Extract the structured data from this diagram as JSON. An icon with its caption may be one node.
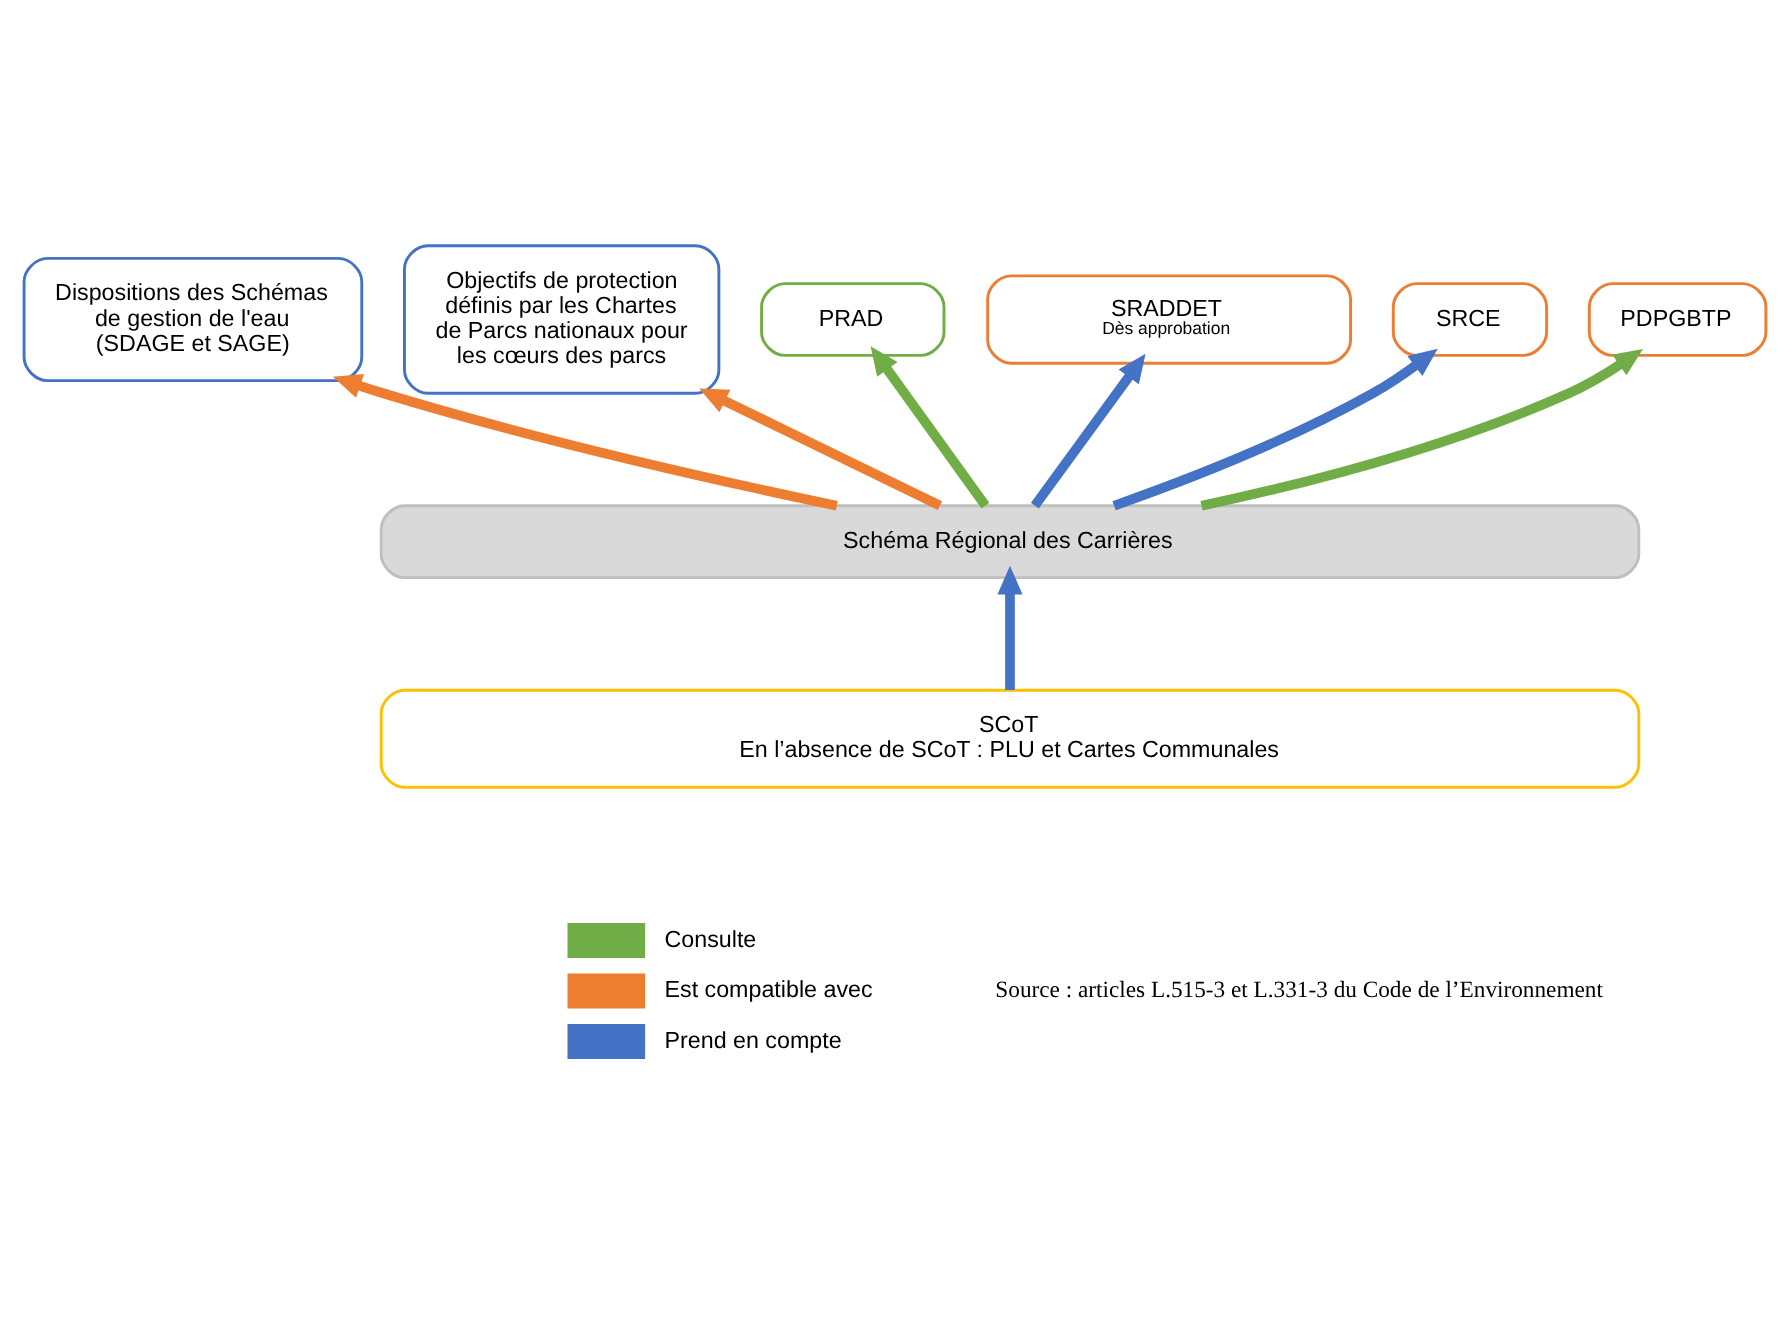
{
  "diagram": {
    "nodes": [
      {
        "text": [
          "Dispositions des Schémas de gestion de l'eau (SDAGE et SAGE)"
        ]
      },
      {
        "text": [
          "Objectifs de protection définis par les Chartes de Parcs nationaux pour les cœurs des parcs"
        ]
      },
      {
        "text": [
          "PRAD"
        ]
      },
      {
        "text": [
          "SRADDET",
          "Dès approbation"
        ]
      },
      {
        "text": [
          "SRCE"
        ]
      },
      {
        "text": [
          "PDPGBTP"
        ]
      },
      {
        "text": [
          "Schéma Régional des Carrières"
        ]
      },
      {
        "text": [
          "SCoT",
          "En l’absence de SCoT : PLU et Cartes Communales"
        ]
      }
    ],
    "edges": [
      {
        "from": 6,
        "to": 0,
        "arrow": "to",
        "color": "#ed7d31"
      },
      {
        "from": 6,
        "to": 1,
        "arrow": "to",
        "color": "#ed7d31"
      },
      {
        "from": 6,
        "to": 2,
        "arrow": "to",
        "color": "#70ad47"
      },
      {
        "from": 6,
        "to": 4,
        "arrow": "to",
        "color": "#4472c4"
      },
      {
        "from": 6,
        "to": 3,
        "arrow": "to",
        "color": "#4472c4"
      },
      {
        "from": 6,
        "to": 5,
        "arrow": "to",
        "color": "#70ad47"
      },
      {
        "from": 7,
        "to": 6,
        "arrow": "to",
        "color": "#4472c4"
      }
    ],
    "labels": [
      "Source : articles L.515-3 et L.331-3 du Code de l’Environnement"
    ],
    "legend": [
      {
        "text": "Consulte",
        "color": "#70ad47"
      },
      {
        "text": "Est compatible avec",
        "color": "#ed7d31"
      },
      {
        "text": "Prend en compte",
        "color": "#4472c4"
      }
    ]
  }
}
